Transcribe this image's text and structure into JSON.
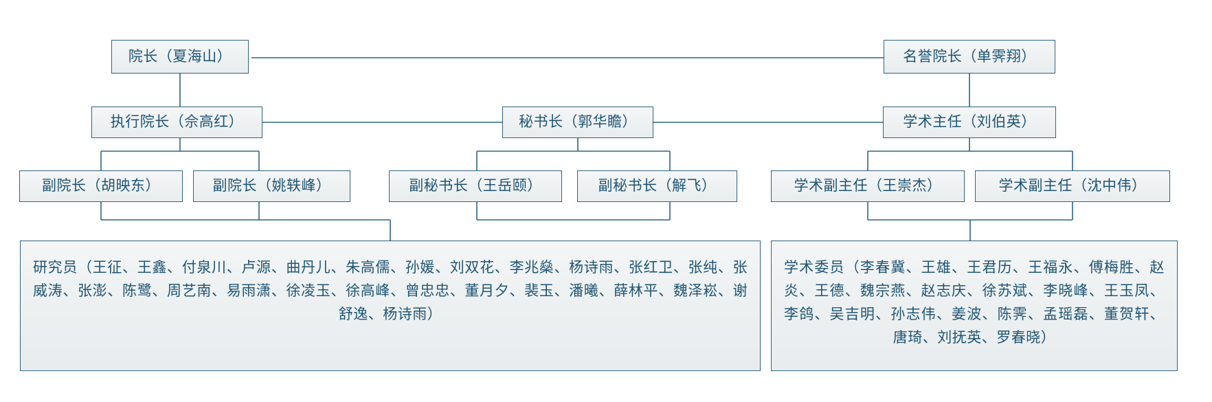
{
  "diagram": {
    "type": "organization-chart",
    "accent_color": "#2e6382",
    "text_color": "#1f5574",
    "fill_color": "#eef1f2",
    "background_color": "#ffffff",
    "levels": 4
  },
  "nodes": {
    "dean": "院长（夏海山）",
    "honorary_dean": "名誉院长（单霁翔）",
    "executive_dean": "执行院长（佘高红）",
    "secretary_general": "秘书长（郭华瞻）",
    "academic_director": "学术主任（刘伯英）",
    "vice_dean_1": "副院长（胡映东）",
    "vice_dean_2": "副院长（姚轶峰）",
    "deputy_secretary_1": "副秘书长（王岳颐）",
    "deputy_secretary_2": "副秘书长（解飞）",
    "academic_vice_director_1": "学术副主任（王崇杰）",
    "academic_vice_director_2": "学术副主任（沈中伟）",
    "researchers": "研究员（王征、王鑫、付泉川、卢源、曲丹儿、朱高儒、孙媛、刘双花、李兆燊、杨诗雨、张红卫、张纯、张威涛、张澎、陈鹭、周艺南、易雨潇、徐凌玉、徐高峰、曾忠忠、董月夕、裴玉、潘曦、薛林平、魏泽崧、谢舒逸、杨诗雨）",
    "academic_members": "学术委员（李春冀、王雄、王君历、王福永、傅梅胜、赵炎、王德、魏宗燕、赵志庆、徐苏斌、李晓峰、王玉凤、李鸽、吴吉明、孙志伟、姜波、陈霁、孟瑶磊、董贺轩、唐琦、刘抚英、罗春晓）"
  }
}
